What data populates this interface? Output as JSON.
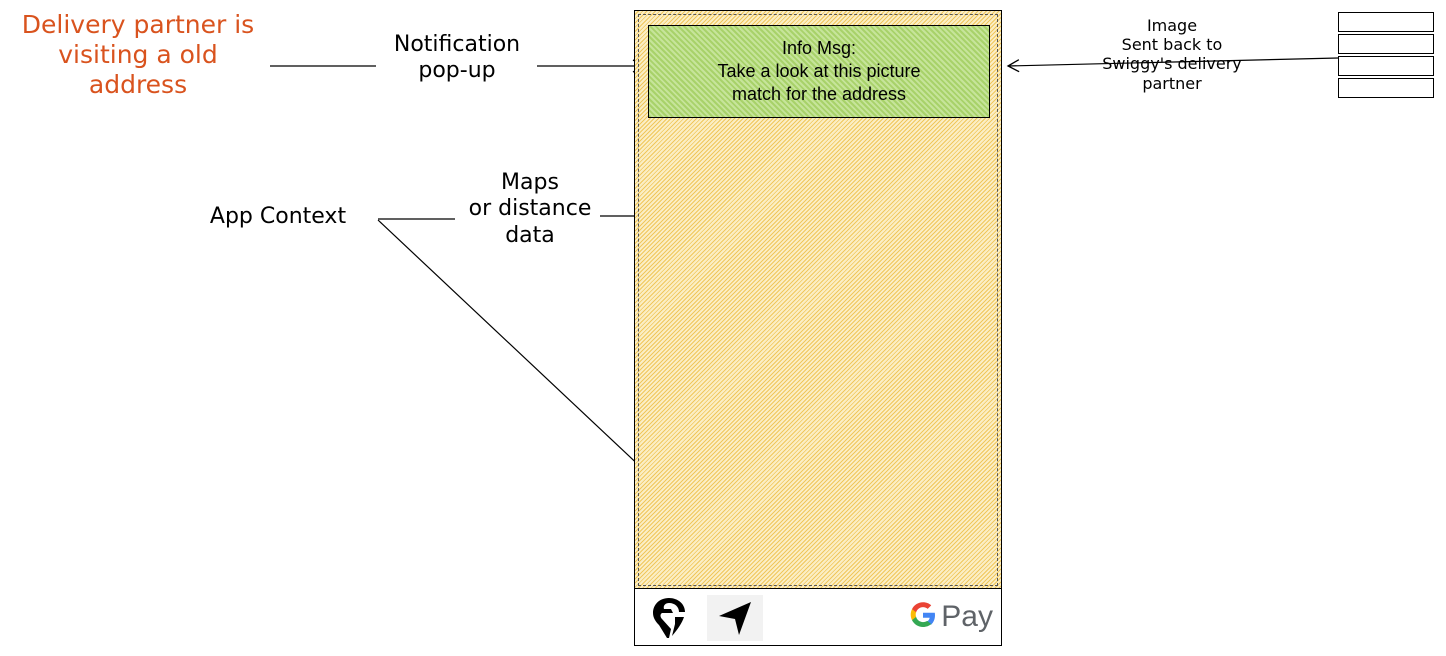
{
  "annotations": {
    "delivery_note": "Delivery partner is\nvisiting a old\naddress",
    "notification_label": "Notification\npop-up",
    "app_context_label": "App Context",
    "maps_label": "Maps\nor distance\ndata",
    "image_label": "Image\nSent back to\nSwiggy's delivery\npartner"
  },
  "notification": {
    "title": "Info Msg:",
    "line1": "Take a look at this picture",
    "line2": "match for the address"
  },
  "taskbar": {
    "apps": [
      "swiggy-icon",
      "navigation-arrow-icon"
    ],
    "pay_label": "Pay",
    "pay_icon": "google-g-icon"
  },
  "colors": {
    "delivery_note": "#d9531e",
    "screen_hatch": "#f0c75c",
    "notification_fill": "#b4d97a"
  }
}
